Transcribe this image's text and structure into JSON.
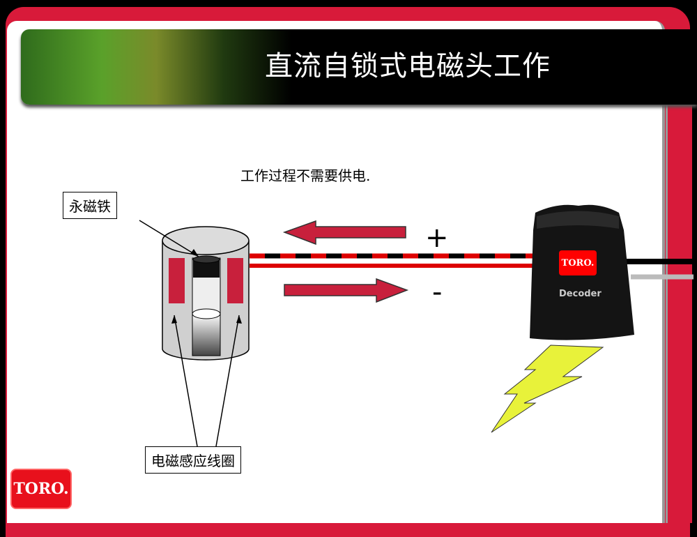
{
  "title": "直流自锁式电磁头工作",
  "subtitle": "工作过程不需要供电.",
  "labels": {
    "magnet": "永磁铁",
    "coil": "电磁感应线圈"
  },
  "signs": {
    "plus": "+",
    "minus": "-"
  },
  "decoder": {
    "brand": "TORO.",
    "label": "Decoder"
  },
  "footer_logo": "TORO.",
  "colors": {
    "frame": "#d81a3a",
    "arrow": "#c8203c",
    "bolt": "#e8f23a"
  }
}
